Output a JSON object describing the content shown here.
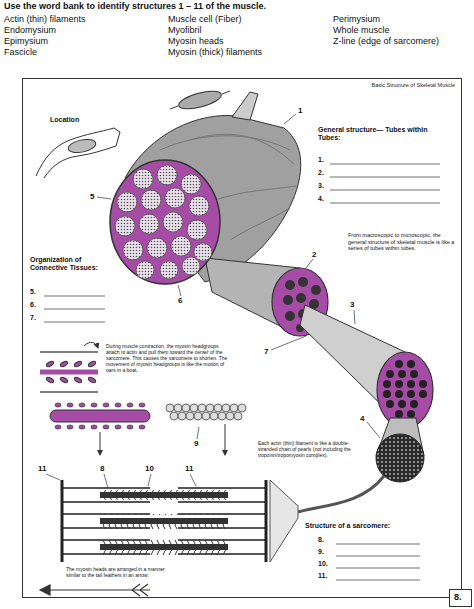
{
  "diagram": {
    "title": "Use the word bank to identify structures 1 – 11 of the muscle.",
    "nodes": [
      {
        "text": [
          "Basic Structure of Skeletal Muscle"
        ]
      },
      {
        "text": [
          "8."
        ]
      }
    ],
    "labels": [
      "Actin (thin) filaments",
      "Endomysium",
      "Epimysium",
      "Fascicle",
      "Muscle cell (Fiber)",
      "Myofibril",
      "Myosin heads",
      "Myosin (thick) filaments",
      "Perimysium",
      "Whole muscle",
      "Z-line (edge of sarcomere)",
      "Location",
      "1",
      "General structure— Tubes within Tubes:",
      "1.",
      "2.",
      "3.",
      "4.",
      "5",
      "From macroscopic to microscopic, the general structure of skeletal muscle is like a series of tubes within tubes.",
      "2",
      "Organization of Connective Tissues:",
      "5.",
      "6.",
      "7.",
      "3",
      "6",
      "7",
      "During muscle contraction, the myosin headgroups attach to actin and pull them toward the center of the sarcomere. This causes the sarcomere to shorten. The movement of myosin headgroups is like the motion of oars in a boat.",
      "4",
      "9",
      "Each actin (thin) filament is like a double-stranded chain of pearls (not including the troponin/tropomyosin complex).",
      "11",
      "8",
      "10",
      "11",
      "Structure of a sarcomere:",
      "8.",
      "9.",
      "10.",
      "11.",
      "The myosin heads are arranged in a manner similar to the tail feathers in an arrow."
    ]
  }
}
